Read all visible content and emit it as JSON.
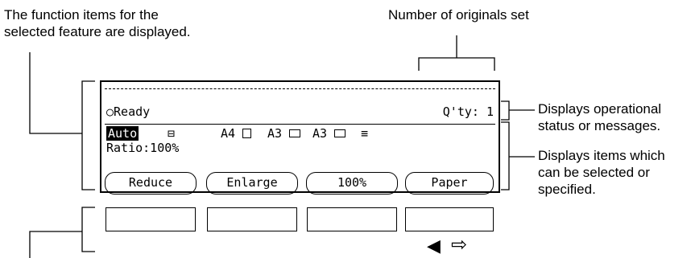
{
  "callouts": {
    "function_items_line1": "The function items for the",
    "function_items_line2": "selected feature are displayed.",
    "originals_set": "Number of originals set",
    "status_line1": "Displays operational",
    "status_line2": "status or messages.",
    "selectable_line1": "Displays items which",
    "selectable_line2": "can be selected or",
    "selectable_line3": "specified."
  },
  "lcd": {
    "ready_icon": "○",
    "ready_text": "Ready",
    "quantity_label": "Q'ty:",
    "quantity_value": "1",
    "auto_label": "Auto",
    "duplex_icon": "⊟",
    "paper_a4": "A4",
    "paper_a3_1": "A3",
    "paper_a3_2": "A3",
    "tray_icon": "≡",
    "ratio_line": "Ratio:100%",
    "softkeys": [
      "Reduce",
      "Enlarge",
      "100%",
      "Paper"
    ]
  },
  "scroll": {
    "left_icon": "◀",
    "right_icon": "⇨"
  }
}
